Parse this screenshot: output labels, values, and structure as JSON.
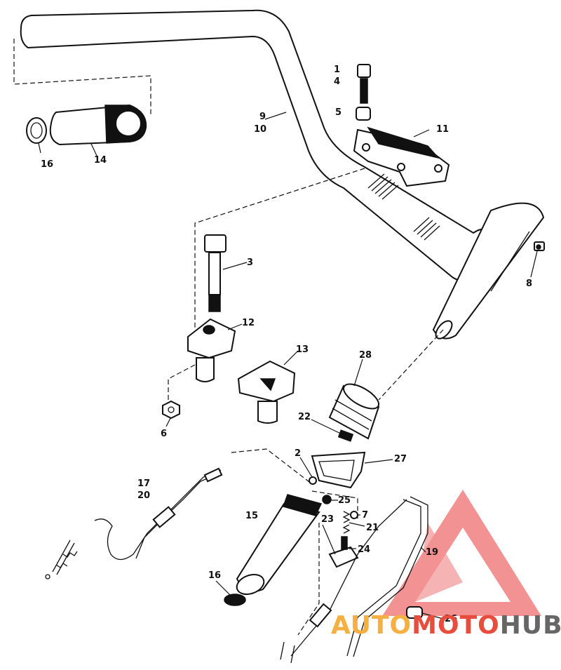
{
  "callouts": [
    {
      "id": "c1",
      "text": "1"
    },
    {
      "id": "c4",
      "text": "4"
    },
    {
      "id": "c5",
      "text": "5"
    },
    {
      "id": "c11",
      "text": "11"
    },
    {
      "id": "c9",
      "text": "9"
    },
    {
      "id": "c10",
      "text": "10"
    },
    {
      "id": "c16a",
      "text": "16"
    },
    {
      "id": "c14",
      "text": "14"
    },
    {
      "id": "c3",
      "text": "3"
    },
    {
      "id": "c8",
      "text": "8"
    },
    {
      "id": "c12",
      "text": "12"
    },
    {
      "id": "c13",
      "text": "13"
    },
    {
      "id": "c28",
      "text": "28"
    },
    {
      "id": "c6",
      "text": "6"
    },
    {
      "id": "c22",
      "text": "22"
    },
    {
      "id": "c2",
      "text": "2"
    },
    {
      "id": "c27",
      "text": "27"
    },
    {
      "id": "c17",
      "text": "17"
    },
    {
      "id": "c20",
      "text": "20"
    },
    {
      "id": "c25",
      "text": "25"
    },
    {
      "id": "c15",
      "text": "15"
    },
    {
      "id": "c23",
      "text": "23"
    },
    {
      "id": "c7",
      "text": "7"
    },
    {
      "id": "c21",
      "text": "21"
    },
    {
      "id": "c24",
      "text": "24"
    },
    {
      "id": "c19",
      "text": "19"
    },
    {
      "id": "c16b",
      "text": "16"
    },
    {
      "id": "c26",
      "text": "26"
    }
  ],
  "watermark": {
    "part1": "AUTO",
    "part2": "MOTO",
    "part3": "HUB",
    "color_part1": "#f5b041",
    "color_part2": "#e74c3c",
    "color_part3": "#666666",
    "triangle_color": "#f08080"
  }
}
